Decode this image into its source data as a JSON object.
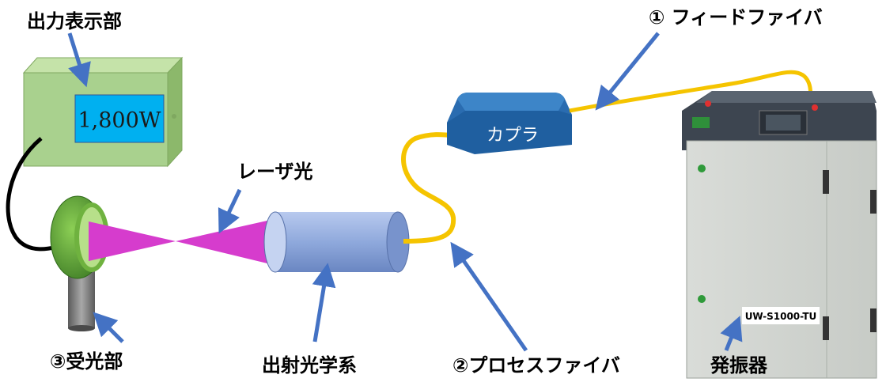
{
  "labels": {
    "output_display": "出力表示部",
    "display_value": "1,800W",
    "feed_fiber": "① フィードファイバ",
    "coupler": "カプラ",
    "laser_light": "レーザ光",
    "receiver": "③受光部",
    "output_optics": "出射光学系",
    "process_fiber": "②プロセスファイバ",
    "oscillator": "発振器",
    "model": "UW-S1000-TU"
  },
  "colors": {
    "arrow": "#4472c4",
    "fiber": "#f5c400",
    "laser_beam": "#d63ccd",
    "display_box": "#a9d18e",
    "display_screen": "#00b0f0",
    "coupler_box": "#1f5fa0",
    "optics_cylinder": "#8fa9dc",
    "receiver_ring": "#5a9a3a",
    "cable": "#000000"
  }
}
